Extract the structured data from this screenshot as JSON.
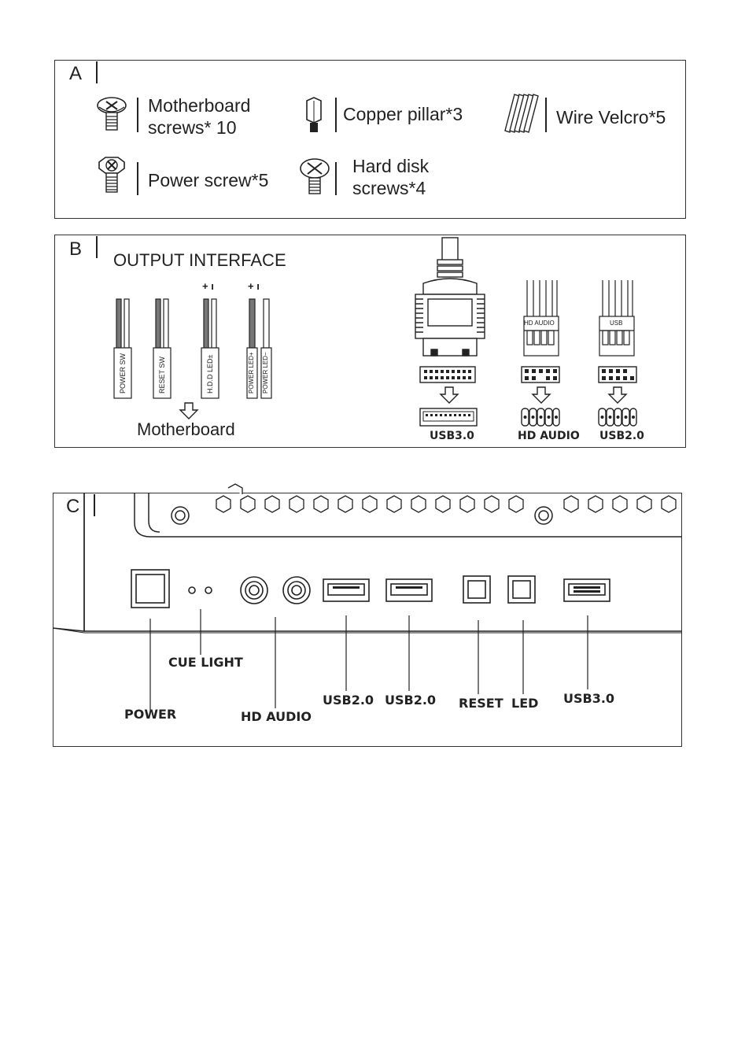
{
  "sections": {
    "a": {
      "letter": "A",
      "items": [
        {
          "icon": "motherboard-screw-icon",
          "line1": "Motherboard",
          "line2": "screws* 10"
        },
        {
          "icon": "copper-pillar-icon",
          "line1": "Copper pillar*3"
        },
        {
          "icon": "wire-velcro-icon",
          "line1": "Wire Velcro*5"
        },
        {
          "icon": "power-screw-icon",
          "line1": "Power screw*5"
        },
        {
          "icon": "hard-disk-screw-icon",
          "line1": "Hard disk",
          "line2": "screws*4"
        }
      ]
    },
    "b": {
      "letter": "B",
      "title": "OUTPUT INTERFACE",
      "leads": [
        {
          "label": "POWER SW"
        },
        {
          "label": "RESET SW"
        },
        {
          "label": "H.D.D LED±",
          "polarity": "+ ı"
        },
        {
          "label": "POWER LED+"
        },
        {
          "label": "POWER LED−",
          "polarity": "+ ı"
        }
      ],
      "destination": "Motherboard",
      "header_labels": {
        "hd_audio": "HD AUDIO",
        "usb": "USB"
      },
      "connectors": [
        "USB3.0",
        "HD AUDIO",
        "USB2.0"
      ]
    },
    "c": {
      "letter": "C",
      "callouts": {
        "power": "POWER",
        "cue_light": "CUE LIGHT",
        "hd_audio": "HD AUDIO",
        "usb20_1": "USB2.0",
        "usb20_2": "USB2.0",
        "reset": "RESET",
        "led": "LED",
        "usb30": "USB3.0"
      }
    }
  },
  "colors": {
    "line": "#222222",
    "lead_dark": "#666666",
    "background": "#ffffff"
  }
}
